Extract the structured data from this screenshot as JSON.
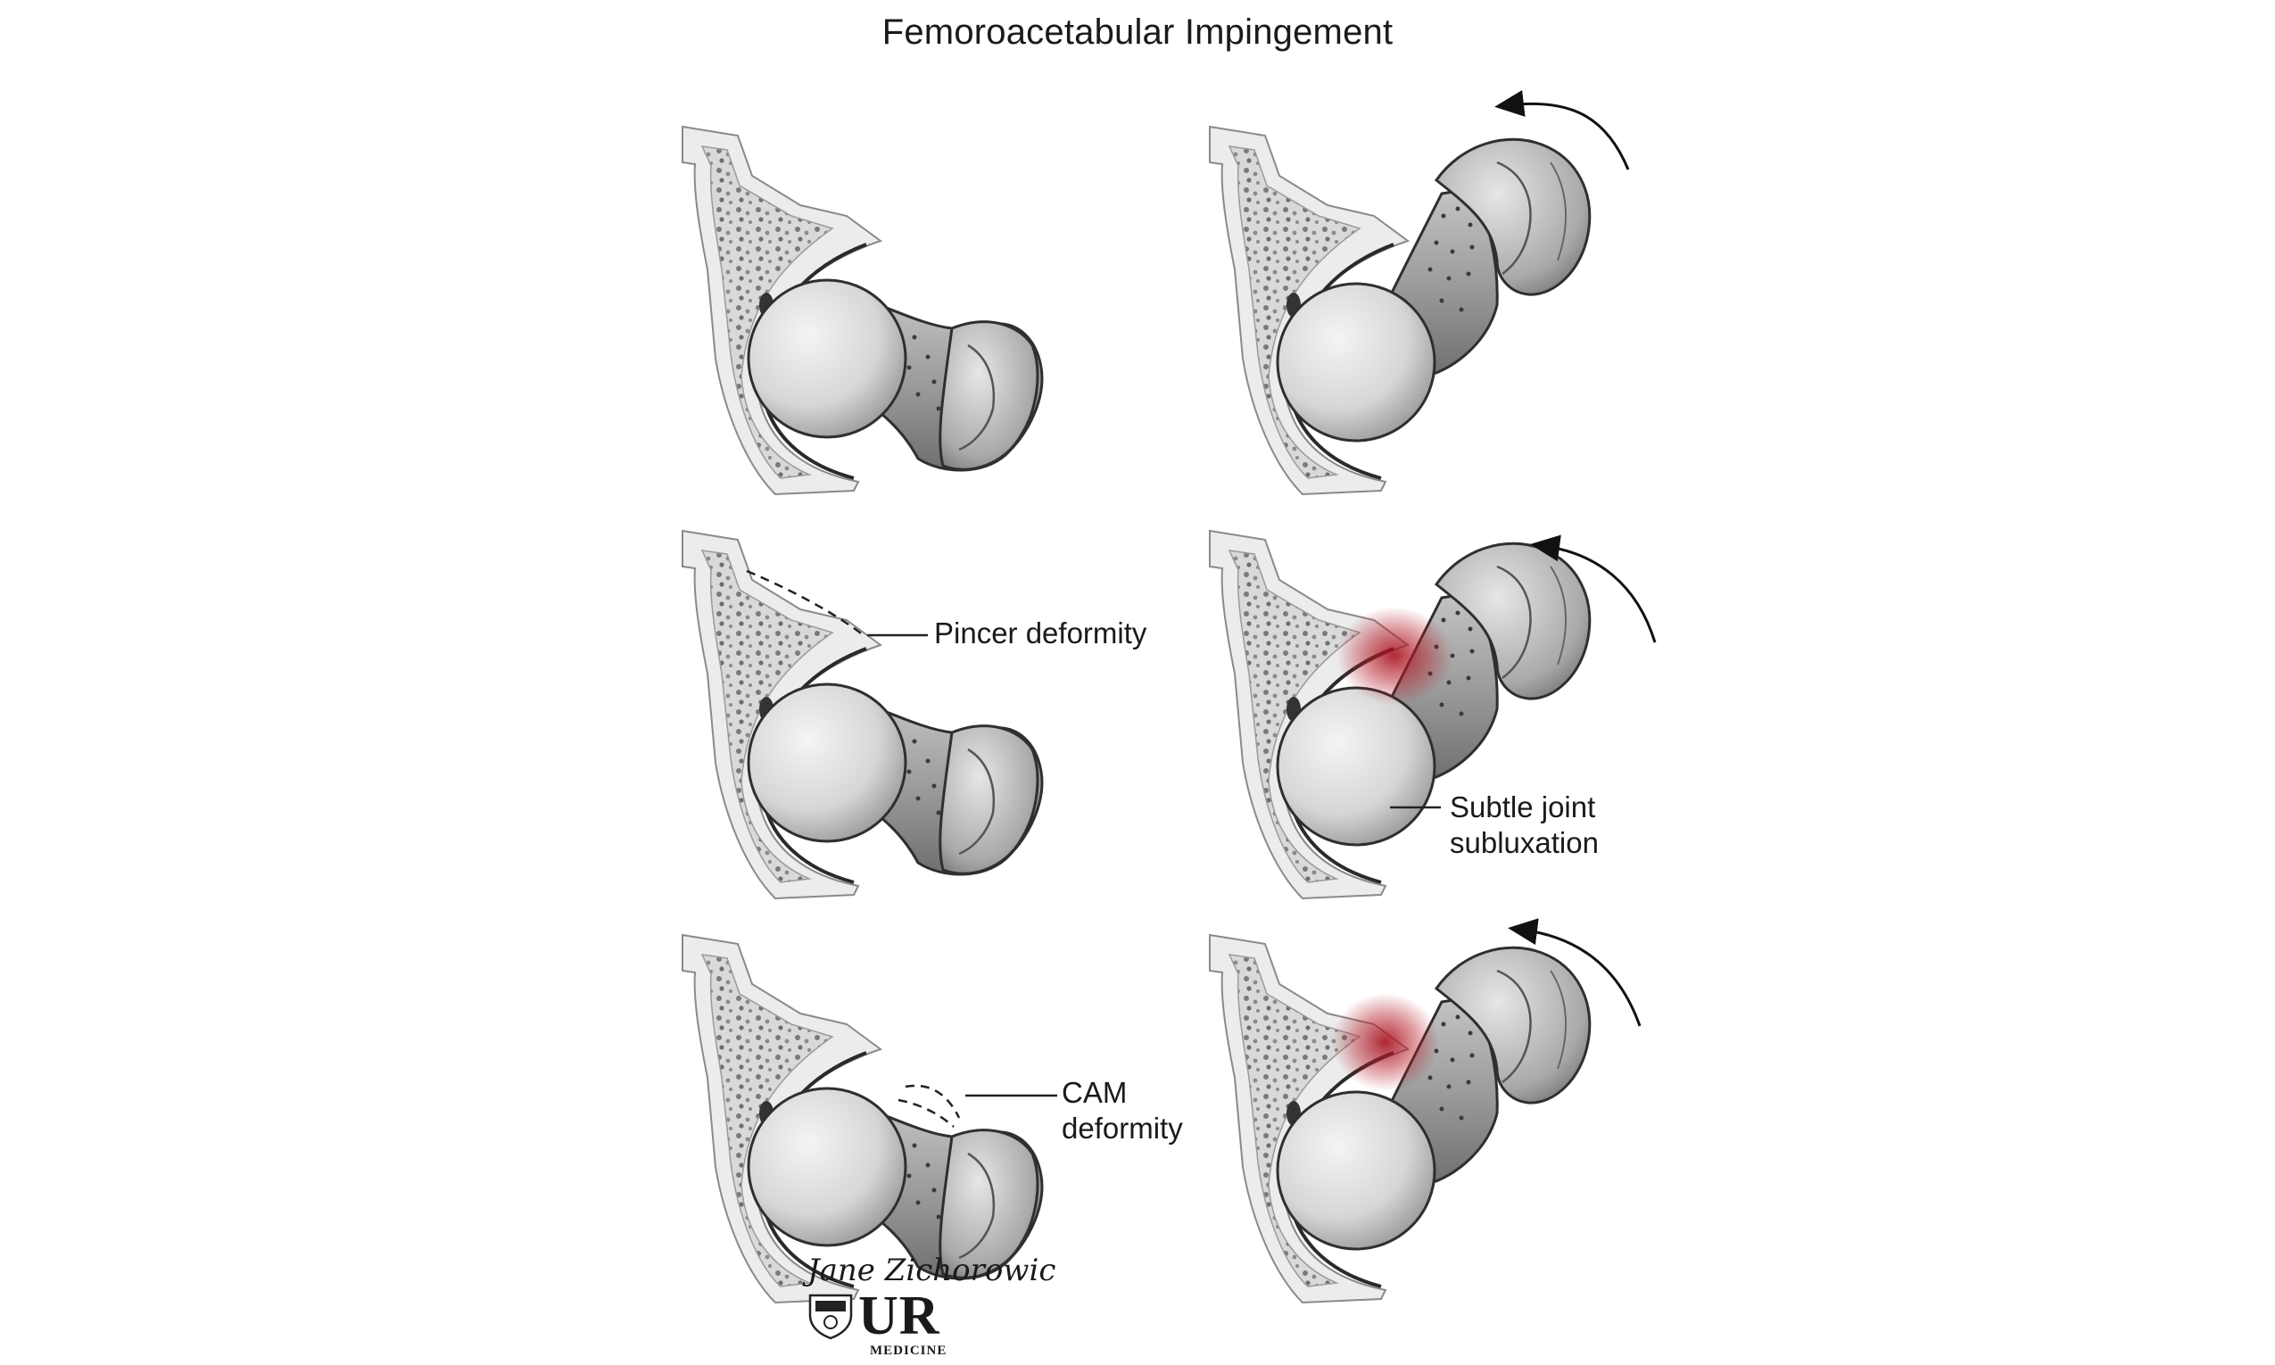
{
  "title": "Femoroacetabular Impingement",
  "labels": {
    "pincer": "Pincer deformity",
    "subluxation": "Subtle joint\nsubluxation",
    "cam": "CAM\ndeformity"
  },
  "credit": {
    "signature": "Jane Zichorowic",
    "logo_text": "UR",
    "logo_subtext": "MEDICINE"
  },
  "colors": {
    "bone_fill": "#e2e2e2",
    "bone_outline": "#3c3c3c",
    "impingement_red": "#a8101e"
  }
}
